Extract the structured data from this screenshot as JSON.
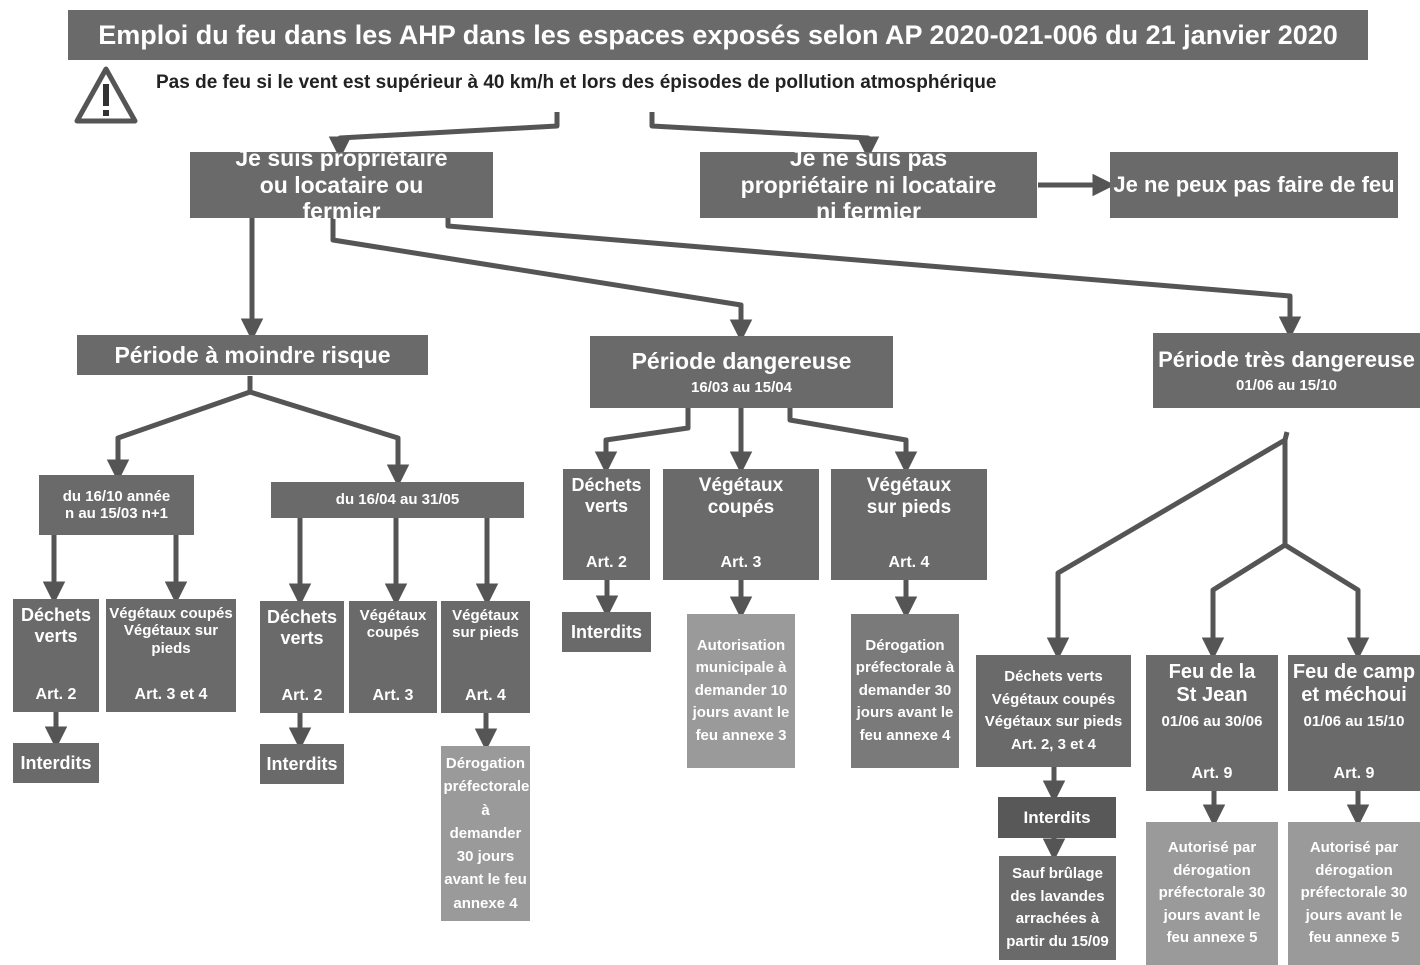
{
  "title": "Emploi du feu dans les AHP dans les espaces exposés selon AP 2020-021-006 du 21 janvier 2020",
  "warning": "Pas de feu si le vent est supérieur à 40 km/h et lors des épisodes de pollution atmosphérique",
  "owner": "Je suis propriétaire ou locataire ou fermier",
  "non_owner": "Je ne suis pas propriétaire ni locataire ni fermier",
  "no_fire": "Je ne peux pas faire de feu",
  "low_risk": {
    "title": "Période à moindre risque",
    "sub_a": "du 16/10 année n au 15/03 n+1",
    "sub_b": "du 16/04 au 31/05",
    "a_dechets": {
      "label": "Déchets verts",
      "art": "Art. 2"
    },
    "a_interdits": "Interdits",
    "a_vegetaux": {
      "label": "Végétaux coupés Végétaux sur pieds",
      "art": "Art. 3 et 4"
    },
    "b_dechets": {
      "label": "Déchets verts",
      "art": "Art. 2"
    },
    "b_interdits": "Interdits",
    "b_coupes": {
      "label": "Végétaux coupés",
      "art": "Art. 3"
    },
    "b_pieds": {
      "label": "Végétaux sur pieds",
      "art": "Art. 4"
    },
    "b_derogation": "Dérogation préfectorale à demander 30 jours avant le feu annexe 4"
  },
  "dangerous": {
    "title": "Période dangereuse",
    "dates": "16/03 au 15/04",
    "dechets": {
      "label": "Déchets verts",
      "art": "Art. 2"
    },
    "interdits": "Interdits",
    "coupes": {
      "label": "Végétaux coupés",
      "art": "Art. 3"
    },
    "autorisation": "Autorisation municipale à demander 10 jours avant le feu annexe 3",
    "pieds": {
      "label": "Végétaux sur pieds",
      "art": "Art. 4"
    },
    "derogation": "Dérogation préfectorale à demander 30 jours avant le feu annexe 4"
  },
  "very_dangerous": {
    "title": "Période très dangereuse",
    "dates": "01/06 au 15/10",
    "all": {
      "label": "Déchets verts Végétaux coupés Végétaux sur pieds",
      "art": "Art. 2, 3 et 4"
    },
    "interdits": "Interdits",
    "sauf": "Sauf brûlage des lavandes arrachées à partir du 15/09",
    "st_jean": {
      "title": "Feu de la St Jean",
      "dates": "01/06 au 30/06",
      "art": "Art. 9"
    },
    "st_jean_auth": "Autorisé par dérogation préfectorale 30 jours avant le feu annexe 5",
    "camp": {
      "title": "Feu de camp et méchoui",
      "dates": "01/06 au 15/10",
      "art": "Art. 9"
    },
    "camp_auth": "Autorisé par dérogation préfectorale 30 jours avant le feu annexe 5"
  }
}
